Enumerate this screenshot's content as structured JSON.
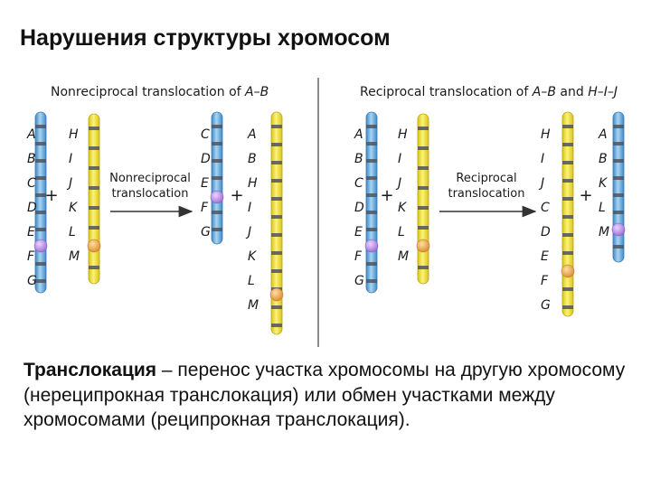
{
  "slide": {
    "title": "Нарушения структуры хромосом"
  },
  "panels": [
    {
      "id": "nonreciprocal",
      "title_prefix": "Nonreciprocal translocation of ",
      "title_italic": "A–B",
      "arrow_label": [
        "Nonreciprocal",
        "translocation"
      ],
      "before": {
        "blue": [
          "A",
          "B",
          "C",
          "D",
          "E",
          "F",
          "G"
        ],
        "yellow": [
          "H",
          "I",
          "J",
          "K",
          "L",
          "M"
        ]
      },
      "after": {
        "blue": [
          "C",
          "D",
          "E",
          "F",
          "G"
        ],
        "yellow": [
          "A",
          "B",
          "H",
          "I",
          "J",
          "K",
          "L",
          "M"
        ]
      },
      "plus": "+"
    },
    {
      "id": "reciprocal",
      "title_prefix": "Reciprocal translocation of ",
      "title_italic": "A–B",
      "title_middle": " and ",
      "title_italic2": "H–I–J",
      "arrow_label": [
        "Reciprocal",
        "translocation"
      ],
      "before": {
        "blue": [
          "A",
          "B",
          "C",
          "D",
          "E",
          "F",
          "G"
        ],
        "yellow": [
          "H",
          "I",
          "J",
          "K",
          "L",
          "M"
        ]
      },
      "after": {
        "yellow": [
          "H",
          "I",
          "J",
          "C",
          "D",
          "E",
          "F",
          "G"
        ],
        "blue": [
          "A",
          "B",
          "K",
          "L",
          "M"
        ]
      },
      "plus": "+"
    }
  ],
  "colors": {
    "blue_chromosome": "#6fb2e0",
    "yellow_chromosome": "#efe034",
    "band": "#4d5560",
    "centromere": "#b78be0",
    "centromere_yellow": "#e5a040",
    "divider": "#666666"
  },
  "caption": {
    "bold": "Транслокация",
    "text": " – перенос участка хромосомы на другую хромосому (нереципрокная транслокация) или обмен участками между хромосомами (реципрокная транслокация)."
  }
}
